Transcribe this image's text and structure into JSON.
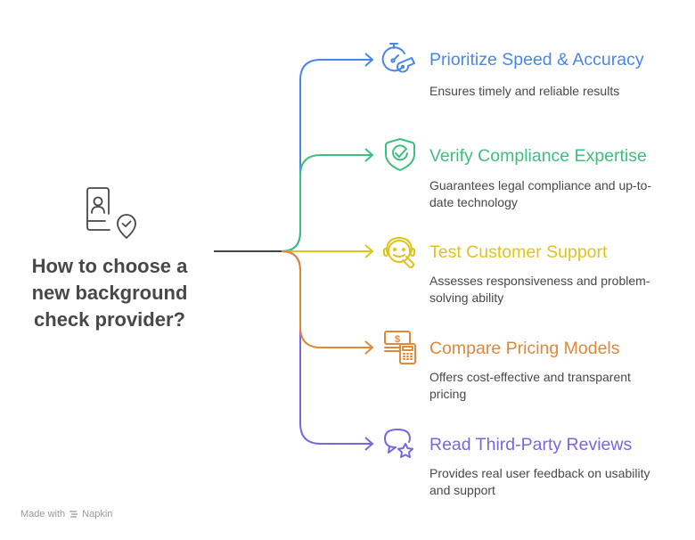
{
  "central": {
    "title": "How to choose a new background check provider?",
    "icon": "id-card-verified-location-icon",
    "color": "#484848"
  },
  "items": [
    {
      "title": "Prioritize Speed & Accuracy",
      "description": "Ensures timely and reliable results",
      "icon": "stopwatch-whistle-icon",
      "color": "#4a86e8"
    },
    {
      "title": "Verify Compliance Expertise",
      "description": "Guarantees legal compliance and up-to-date technology",
      "icon": "shield-check-icon",
      "color": "#3dbf7e"
    },
    {
      "title": "Test Customer Support",
      "description": "Assesses responsiveness and problem-solving ability",
      "icon": "headset-agent-icon",
      "color": "#dfc41b"
    },
    {
      "title": "Compare Pricing Models",
      "description": "Offers cost-effective and transparent pricing",
      "icon": "money-calculator-icon",
      "color": "#e0883a"
    },
    {
      "title": "Read Third-Party Reviews",
      "description": "Provides real user feedback on usability and support",
      "icon": "chat-star-icon",
      "color": "#7b66e0"
    }
  ],
  "footer": {
    "made_with": "Made with",
    "brand": "Napkin"
  }
}
